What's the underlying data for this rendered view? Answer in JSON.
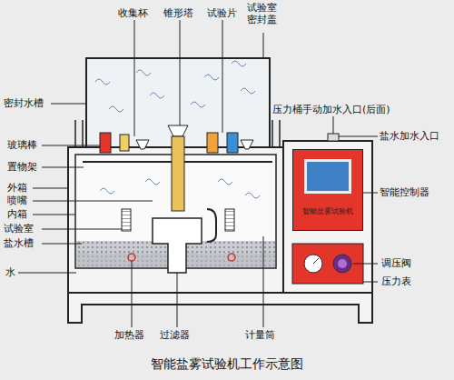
{
  "diagram": {
    "caption": "智能盐雾试验机工作示意图",
    "nodes": [
      {
        "text": [
          "智能盐雾试验机"
        ]
      }
    ],
    "labels": [
      "收集杯",
      "锥形塔",
      "试验片",
      "试验室密封盖",
      "密封水槽",
      "玻璃棒",
      "置物架",
      "外箱",
      "喷嘴",
      "内箱",
      "试验室",
      "盐水槽",
      "水",
      "压力桶手动加水入口(后面)",
      "盐水加水入口",
      "智能控制器",
      "调压阀",
      "压力表",
      "加热器",
      "过滤器",
      "计量筒"
    ]
  }
}
